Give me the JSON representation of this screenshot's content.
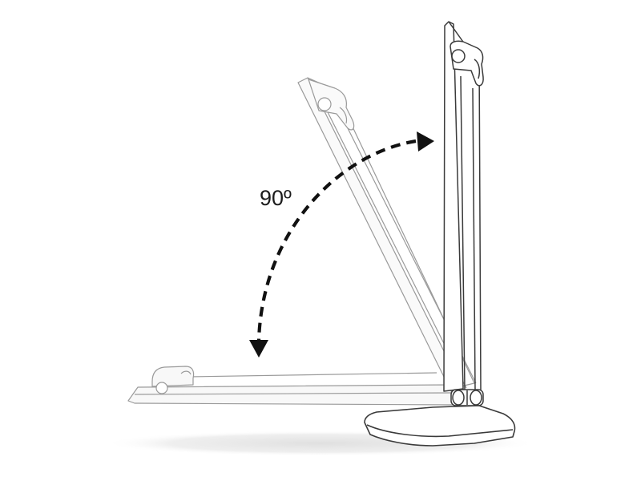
{
  "figure": {
    "angle_label": "90º",
    "colors": {
      "background": "#ffffff",
      "outline": "#3a3a3a",
      "ghost_outline": "#9a9a9a",
      "ghost_fill": "#f7f7f7",
      "arrow": "#111111",
      "shadow": "#e6e6e6"
    },
    "parts": [
      "upright-lamp-arm",
      "tilted-lamp-arm",
      "horizontal-lamp-arm",
      "lamp-base",
      "hinge-joint",
      "rotation-arrow"
    ]
  }
}
